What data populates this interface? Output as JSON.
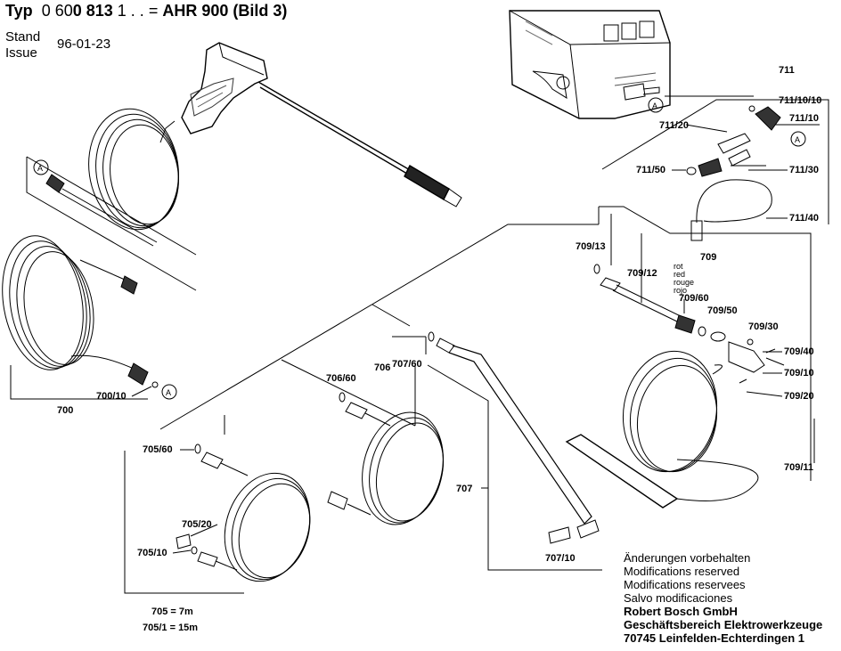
{
  "header": {
    "typ_label": "Typ",
    "number_a": "0 60",
    "number_b": "0 813",
    "number_c": "1 . . =",
    "model": "AHR 900 (Bild 3)",
    "stand_label": "Stand",
    "issue_label": "Issue",
    "date": "96-01-23"
  },
  "callouts": {
    "p711": "711",
    "p711_10_10": "711/10/10",
    "p711_10": "711/10",
    "p711_20": "711/20",
    "p711_50": "711/50",
    "p711_30": "711/30",
    "p711_40": "711/40",
    "p709": "709",
    "p709_13": "709/13",
    "p709_12": "709/12",
    "p709_60": "709/60",
    "p709_50": "709/50",
    "p709_30": "709/30",
    "p709_40": "709/40",
    "p709_10": "709/10",
    "p709_20": "709/20",
    "p709_11": "709/11",
    "p707": "707",
    "p707_60": "707/60",
    "p707_10": "707/10",
    "p706": "706",
    "p706_60": "706/60",
    "p705_60": "705/60",
    "p705_20": "705/20",
    "p705_10": "705/10",
    "p705_len": "705 = 7m",
    "p705_1_len": "705/1 = 15m",
    "p700": "700",
    "p700_10": "700/10",
    "ref_a": "A"
  },
  "color_words": [
    "rot",
    "red",
    "rouge",
    "rojo"
  ],
  "notes": {
    "de": "Änderungen vorbehalten",
    "en": "Modifications reserved",
    "fr": "Modifications reservees",
    "es": "Salvo modificaciones",
    "company": "Robert Bosch GmbH",
    "division": "Geschäftsbereich Elektrowerkzeuge",
    "address": "70745 Leinfelden-Echterdingen 1"
  }
}
